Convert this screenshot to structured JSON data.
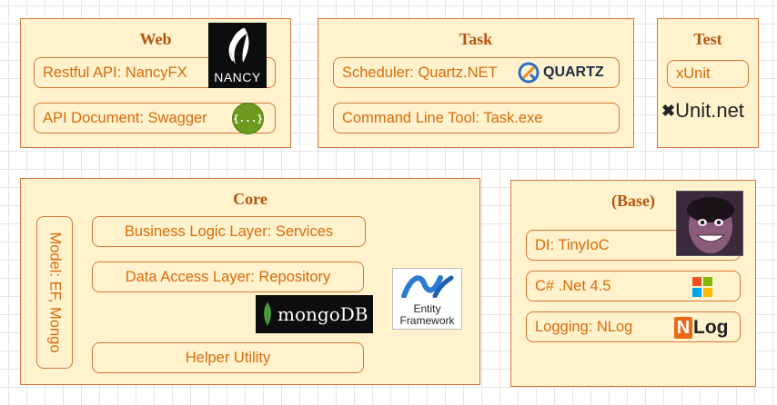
{
  "web": {
    "title": "Web",
    "items": [
      "Restful API: NancyFX",
      "API Document: Swagger"
    ],
    "nancy_logo_text": "NANCY",
    "swagger_logo_text": "{...}"
  },
  "task": {
    "title": "Task",
    "items": [
      "Scheduler: Quartz.NET",
      "Command Line Tool: Task.exe"
    ],
    "quartz_logo_text": "QUARTZ"
  },
  "test": {
    "title": "Test",
    "items": [
      "xUnit"
    ],
    "xunit_logo_text": "Unit.net"
  },
  "core": {
    "title": "Core",
    "model": "Model: EF, Mongo",
    "items": [
      "Business Logic Layer: Services",
      "Data Access Layer: Repository",
      "Helper Utility"
    ],
    "mongodb_logo_text": "mongoDB",
    "ef_logo_line1": "Entity",
    "ef_logo_line2": "Framework"
  },
  "base": {
    "title": "(Base)",
    "items": [
      "DI: TinyIoC",
      "C# .Net 4.5",
      "Logging: NLog"
    ],
    "nlog_logo_text": "Log"
  },
  "colors": {
    "panel_fill": "#fff2cc",
    "panel_border": "#d6773a",
    "text": "#d96b0e",
    "title": "#b5560f"
  }
}
